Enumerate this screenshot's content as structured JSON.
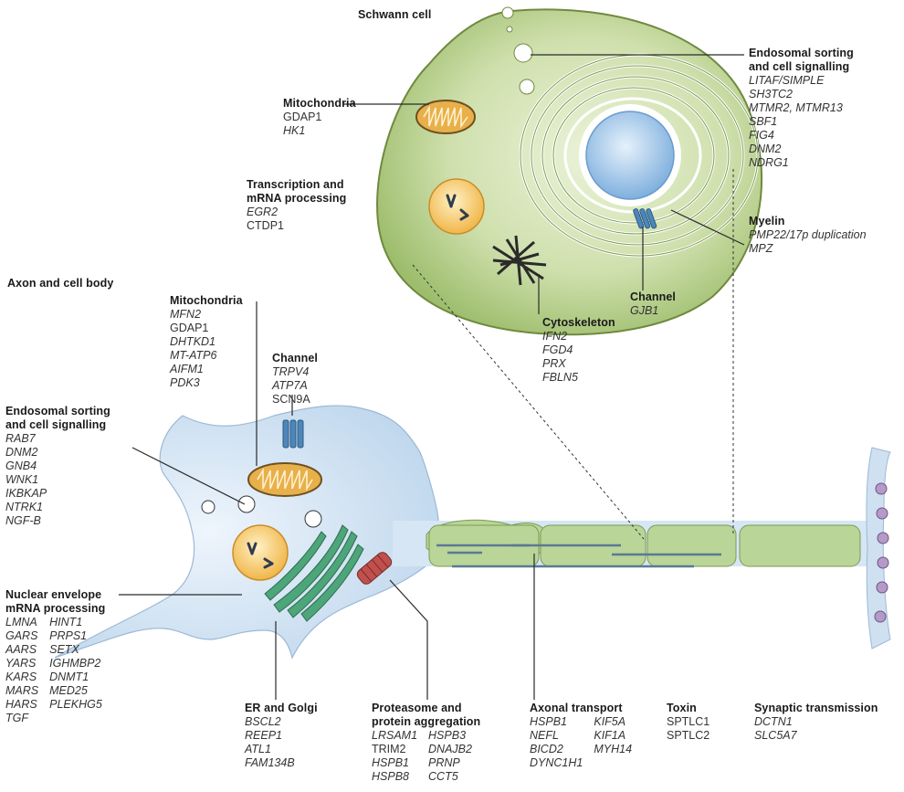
{
  "titles": {
    "schwann": "Schwann cell",
    "axon": "Axon and cell body"
  },
  "schwann": {
    "endosomal": {
      "heading": [
        "Endosomal sorting",
        "and cell signalling"
      ],
      "genes": [
        "LITAF/SIMPLE",
        "SH3TC2",
        "MTMR2, MTMR13",
        "SBF1",
        "FIG4",
        "DNM2",
        "NDRG1"
      ]
    },
    "mito": {
      "heading": [
        "Mitochondria"
      ],
      "genes": [
        "GDAP1",
        "HK1"
      ]
    },
    "transcription": {
      "heading": [
        "Transcription and",
        "mRNA processing"
      ],
      "genes": [
        "EGR2",
        "CTDP1"
      ]
    },
    "myelin": {
      "heading": [
        "Myelin"
      ],
      "genes": [
        "PMP22/17p duplication",
        "MPZ"
      ]
    },
    "channel": {
      "heading": [
        "Channel"
      ],
      "genes": [
        "GJB1"
      ]
    },
    "cytoskeleton": {
      "heading": [
        "Cytoskeleton"
      ],
      "genes": [
        "IFN2",
        "FGD4",
        "PRX",
        "FBLN5"
      ]
    }
  },
  "axon": {
    "mito": {
      "heading": [
        "Mitochondria"
      ],
      "genes": [
        "MFN2",
        "GDAP1",
        "DHTKD1",
        "MT-ATP6",
        "AIFM1",
        "PDK3"
      ]
    },
    "channel": {
      "heading": [
        "Channel"
      ],
      "genes": [
        "TRPV4",
        "ATP7A",
        "SCN9A"
      ]
    },
    "endosomal": {
      "heading": [
        "Endosomal sorting",
        "and cell signalling"
      ],
      "genes": [
        "RAB7",
        "DNM2",
        "GNB4",
        "WNK1",
        "IKBKAP",
        "NTRK1",
        "NGF-B"
      ]
    },
    "nuclear": {
      "heading": [
        "Nuclear envelope",
        "mRNA processing"
      ],
      "col1": [
        "LMNA",
        "GARS",
        "AARS",
        "YARS",
        "KARS",
        "MARS",
        "HARS",
        "TGF"
      ],
      "col2": [
        "HINT1",
        "PRPS1",
        "SETX",
        "IGHMBP2",
        "DNMT1",
        "MED25",
        "PLEKHG5"
      ]
    },
    "er": {
      "heading": [
        "ER and Golgi"
      ],
      "genes": [
        "BSCL2",
        "REEP1",
        "ATL1",
        "FAM134B"
      ]
    },
    "proteasome": {
      "heading": [
        "Proteasome and",
        "protein aggregation"
      ],
      "col1": [
        "LRSAM1",
        "TRIM2",
        "HSPB1",
        "HSPB8"
      ],
      "col2": [
        "HSPB3",
        "DNAJB2",
        "PRNP",
        "CCT5"
      ]
    },
    "transport": {
      "heading": [
        "Axonal transport"
      ],
      "col1": [
        "HSPB1",
        "NEFL",
        "BICD2",
        "DYNC1H1"
      ],
      "col2": [
        "KIF5A",
        "KIF1A",
        "MYH14"
      ]
    },
    "toxin": {
      "heading": [
        "Toxin"
      ],
      "genes": [
        "SPTLC1",
        "SPTLC2"
      ]
    },
    "synaptic": {
      "heading": [
        "Synaptic transmission"
      ],
      "genes": [
        "DCTN1",
        "SLC5A7"
      ]
    }
  },
  "colors": {
    "schwann_fill": "#c9dca8",
    "schwann_stroke": "#6f8a3e",
    "neuron_fill": "#cfe2f3",
    "neuron_stroke": "#7ea3c4",
    "nucleus_fill": "#f5c76a",
    "mito_fill": "#e8b04a",
    "golgi": "#3f9a6a",
    "myelin_green": "#a8c98a"
  }
}
